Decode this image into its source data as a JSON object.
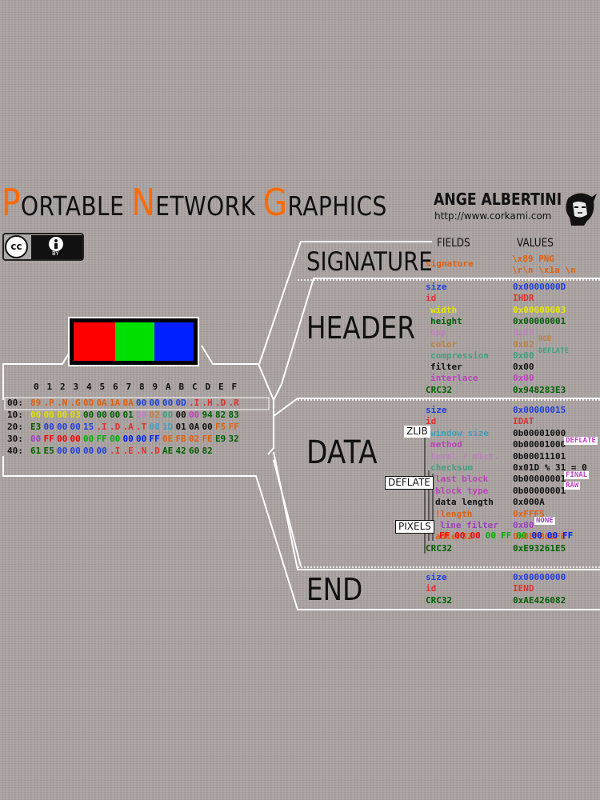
{
  "title": {
    "p_cap": "P",
    "p_rest": "ORTABLE",
    "n_cap": "N",
    "n_rest": "ETWORK",
    "g_cap": "G",
    "g_rest": "RAPHICS"
  },
  "author": {
    "name": "ANGE ALBERTINI",
    "url": "http://www.corkami.com"
  },
  "license": {
    "cc": "cc",
    "by": "BY"
  },
  "colors": {
    "accent": "#ff6a00",
    "red": "#ff0000",
    "green": "#00e000",
    "blue": "#0020ff"
  },
  "hex": {
    "header": [
      "0",
      "1",
      "2",
      "3",
      "4",
      "5",
      "6",
      "7",
      "8",
      "9",
      "A",
      "B",
      "C",
      "D",
      "E",
      "F"
    ],
    "rows": [
      {
        "offset": "00:",
        "bytes": [
          {
            "t": "89",
            "c": "#e06010"
          },
          {
            "t": ".P",
            "c": "#e06010"
          },
          {
            "t": ".N",
            "c": "#e06010"
          },
          {
            "t": ".G",
            "c": "#e06010"
          },
          {
            "t": "0D",
            "c": "#e06010"
          },
          {
            "t": "0A",
            "c": "#e06010"
          },
          {
            "t": "1A",
            "c": "#e06010"
          },
          {
            "t": "0A",
            "c": "#e06010"
          },
          {
            "t": "00",
            "c": "#2040e0"
          },
          {
            "t": "00",
            "c": "#2040e0"
          },
          {
            "t": "00",
            "c": "#2040e0"
          },
          {
            "t": "0D",
            "c": "#2040e0"
          },
          {
            "t": ".I",
            "c": "#e03030"
          },
          {
            "t": ".H",
            "c": "#e03030"
          },
          {
            "t": ".D",
            "c": "#e03030"
          },
          {
            "t": ".R",
            "c": "#e03030"
          }
        ]
      },
      {
        "offset": "10:",
        "bytes": [
          {
            "t": "00",
            "c": "#e0e000"
          },
          {
            "t": "00",
            "c": "#e0e000"
          },
          {
            "t": "00",
            "c": "#e0e000"
          },
          {
            "t": "03",
            "c": "#e0e000"
          },
          {
            "t": "00",
            "c": "#006000"
          },
          {
            "t": "00",
            "c": "#006000"
          },
          {
            "t": "00",
            "c": "#006000"
          },
          {
            "t": "01",
            "c": "#006000"
          },
          {
            "t": "08",
            "c": "#c080c0"
          },
          {
            "t": "02",
            "c": "#c08040"
          },
          {
            "t": "00",
            "c": "#40a080"
          },
          {
            "t": "00",
            "c": "#111111"
          },
          {
            "t": "00",
            "c": "#c040c0"
          },
          {
            "t": "94",
            "c": "#006000"
          },
          {
            "t": "82",
            "c": "#006000"
          },
          {
            "t": "83",
            "c": "#006000"
          }
        ]
      },
      {
        "offset": "20:",
        "bytes": [
          {
            "t": "E3",
            "c": "#006000"
          },
          {
            "t": "00",
            "c": "#2040e0"
          },
          {
            "t": "00",
            "c": "#2040e0"
          },
          {
            "t": "00",
            "c": "#2040e0"
          },
          {
            "t": "15",
            "c": "#2040e0"
          },
          {
            "t": ".I",
            "c": "#e03030"
          },
          {
            "t": ".D",
            "c": "#e03030"
          },
          {
            "t": ".A",
            "c": "#e03030"
          },
          {
            "t": ".T",
            "c": "#e03030"
          },
          {
            "t": "08",
            "c": "#40a0c0"
          },
          {
            "t": "1D",
            "c": "#40a0c0"
          },
          {
            "t": "01",
            "c": "#111111"
          },
          {
            "t": "0A",
            "c": "#111111"
          },
          {
            "t": "00",
            "c": "#111111"
          },
          {
            "t": "F5",
            "c": "#e06010"
          },
          {
            "t": "FF",
            "c": "#e06010"
          }
        ]
      },
      {
        "offset": "30:",
        "bytes": [
          {
            "t": "00",
            "c": "#a040c0"
          },
          {
            "t": "FF",
            "c": "#ff0000"
          },
          {
            "t": "00",
            "c": "#ff0000"
          },
          {
            "t": "00",
            "c": "#ff0000"
          },
          {
            "t": "00",
            "c": "#00b000"
          },
          {
            "t": "FF",
            "c": "#00b000"
          },
          {
            "t": "00",
            "c": "#00b000"
          },
          {
            "t": "00",
            "c": "#0020ff"
          },
          {
            "t": "00",
            "c": "#0020ff"
          },
          {
            "t": "FF",
            "c": "#0020ff"
          },
          {
            "t": "0E",
            "c": "#e06010"
          },
          {
            "t": "FB",
            "c": "#e06010"
          },
          {
            "t": "02",
            "c": "#e06010"
          },
          {
            "t": "FE",
            "c": "#e06010"
          },
          {
            "t": "E9",
            "c": "#006000"
          },
          {
            "t": "32",
            "c": "#006000"
          }
        ]
      },
      {
        "offset": "40:",
        "bytes": [
          {
            "t": "61",
            "c": "#006000"
          },
          {
            "t": "E5",
            "c": "#006000"
          },
          {
            "t": "00",
            "c": "#2040e0"
          },
          {
            "t": "00",
            "c": "#2040e0"
          },
          {
            "t": "00",
            "c": "#2040e0"
          },
          {
            "t": "00",
            "c": "#2040e0"
          },
          {
            "t": ".I",
            "c": "#e03030"
          },
          {
            "t": ".E",
            "c": "#e03030"
          },
          {
            "t": ".N",
            "c": "#e03030"
          },
          {
            "t": ".D",
            "c": "#e03030"
          },
          {
            "t": "AE",
            "c": "#006000"
          },
          {
            "t": "42",
            "c": "#006000"
          },
          {
            "t": "60",
            "c": "#006000"
          },
          {
            "t": "82",
            "c": "#006000"
          },
          {
            "t": "",
            "c": "#111111"
          },
          {
            "t": "",
            "c": "#111111"
          }
        ]
      }
    ]
  },
  "columns": {
    "fields": "FIELDS",
    "values": "VALUES"
  },
  "sections": {
    "signature": "SIGNATURE",
    "header": "HEADER",
    "data": "DATA",
    "end": "END"
  },
  "side_labels": {
    "zlib": "ZLIB",
    "deflate": "DEFLATE",
    "pixels": "PIXELS"
  },
  "signature": {
    "field": "signature",
    "value1": "\\x89 PNG",
    "value2": "\\r\\n \\x1a \\n"
  },
  "header_fields": [
    {
      "f": "size",
      "v": "0x0000000D",
      "fc": "#2040e0",
      "vc": "#2040e0"
    },
    {
      "f": "id",
      "v": "IHDR",
      "fc": "#e03030",
      "vc": "#e03030"
    },
    {
      "f": "width",
      "v": "0x00000003",
      "fc": "#e8e800",
      "vc": "#e8e800"
    },
    {
      "f": "height",
      "v": "0x00000001",
      "fc": "#006000",
      "vc": "#006000"
    },
    {
      "f": "bpp",
      "v": "0x08",
      "fc": "#c080c0",
      "vc": "#c080c0"
    },
    {
      "f": "color",
      "v": "0x02",
      "fc": "#c08040",
      "vc": "#c08040"
    },
    {
      "f": "compression",
      "v": "0x00",
      "fc": "#40a080",
      "vc": "#40a080"
    },
    {
      "f": "filter",
      "v": "0x00",
      "fc": "#111111",
      "vc": "#111111"
    },
    {
      "f": "interlace",
      "v": "0x00",
      "fc": "#c040c0",
      "vc": "#c040c0"
    },
    {
      "f": "CRC32",
      "v": "0x948283E3",
      "fc": "#006000",
      "vc": "#006000"
    }
  ],
  "header_notes": {
    "rgb": "RGB",
    "deflate": "DEFLATE"
  },
  "data_fields": [
    {
      "f": "size",
      "v": "0x00000015",
      "fc": "#2040e0",
      "vc": "#2040e0"
    },
    {
      "f": "id",
      "v": "IDAT",
      "fc": "#e03030",
      "vc": "#e03030"
    },
    {
      "f": "window size",
      "v": "0b00001000",
      "fc": "#40a0c0",
      "vc": "#111111"
    },
    {
      "f": "method",
      "v": "0b00001000",
      "fc": "#c040c0",
      "vc": "#111111"
    },
    {
      "f": "level / dict.",
      "v": "0b00011101",
      "fc": "#c080c0",
      "vc": "#111111"
    },
    {
      "f": "checksum",
      "v": "0x01D % 31 = 0",
      "fc": "#40a080",
      "vc": "#111111"
    },
    {
      "f": "last block",
      "v": "0b00000001",
      "fc": "#c040c0",
      "vc": "#111111"
    },
    {
      "f": "block type",
      "v": "0b00000001",
      "fc": "#c040c0",
      "vc": "#111111"
    },
    {
      "f": "data length",
      "v": "0x000A",
      "fc": "#111111",
      "vc": "#111111"
    },
    {
      "f": "!length",
      "v": "0xFFF5",
      "fc": "#e06010",
      "vc": "#e06010"
    },
    {
      "f": "line filter",
      "v": "0x00",
      "fc": "#a040c0",
      "vc": "#a040c0"
    },
    {
      "f": "adler32",
      "v": "0x0EFB02FE",
      "fc": "#e06010",
      "vc": "#e06010"
    },
    {
      "f": "CRC32",
      "v": "0xE93261E5",
      "fc": "#006000",
      "vc": "#006000"
    }
  ],
  "data_notes": {
    "deflate": "DEFLATE",
    "final": "FINAL",
    "raw": "RAW",
    "none": "NONE"
  },
  "pixel_bytes": [
    {
      "t": "FF",
      "c": "#ff0000"
    },
    {
      "t": "00",
      "c": "#ff0000"
    },
    {
      "t": "00",
      "c": "#ff0000"
    },
    {
      "t": "00",
      "c": "#00b000"
    },
    {
      "t": "FF",
      "c": "#00b000"
    },
    {
      "t": "00",
      "c": "#00b000"
    },
    {
      "t": "00",
      "c": "#0020ff"
    },
    {
      "t": "00",
      "c": "#0020ff"
    },
    {
      "t": "FF",
      "c": "#0020ff"
    }
  ],
  "end_fields": [
    {
      "f": "size",
      "v": "0x00000000",
      "fc": "#2040e0",
      "vc": "#2040e0"
    },
    {
      "f": "id",
      "v": "IEND",
      "fc": "#e03030",
      "vc": "#e03030"
    },
    {
      "f": "CRC32",
      "v": "0xAE426082",
      "fc": "#006000",
      "vc": "#006000"
    }
  ]
}
